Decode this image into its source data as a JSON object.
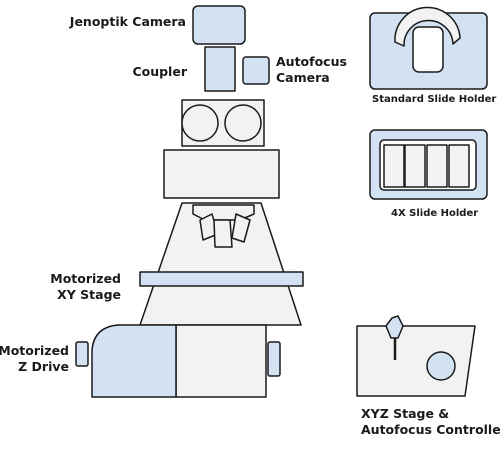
{
  "labels": {
    "jenoptik_camera": "Jenoptik Camera",
    "coupler": "Coupler",
    "autofocus_camera_line1": "Autofocus",
    "autofocus_camera_line2": "Camera",
    "standard_slide_holder": "Standard Slide Holder",
    "four_x_slide_holder": "4X Slide Holder",
    "motorized_xy_stage_line1": "Motorized",
    "motorized_xy_stage_line2": "XY Stage",
    "motorized_z_drive_line1": "Motorized",
    "motorized_z_drive_line2": "Z Drive",
    "controller_line1": "XYZ Stage &",
    "controller_line2": "Autofocus Controller"
  },
  "colors": {
    "component_fill": "#d3e2f3",
    "body_fill": "#f2f2f2",
    "stroke": "#1a1a1a",
    "background": "#ffffff"
  }
}
